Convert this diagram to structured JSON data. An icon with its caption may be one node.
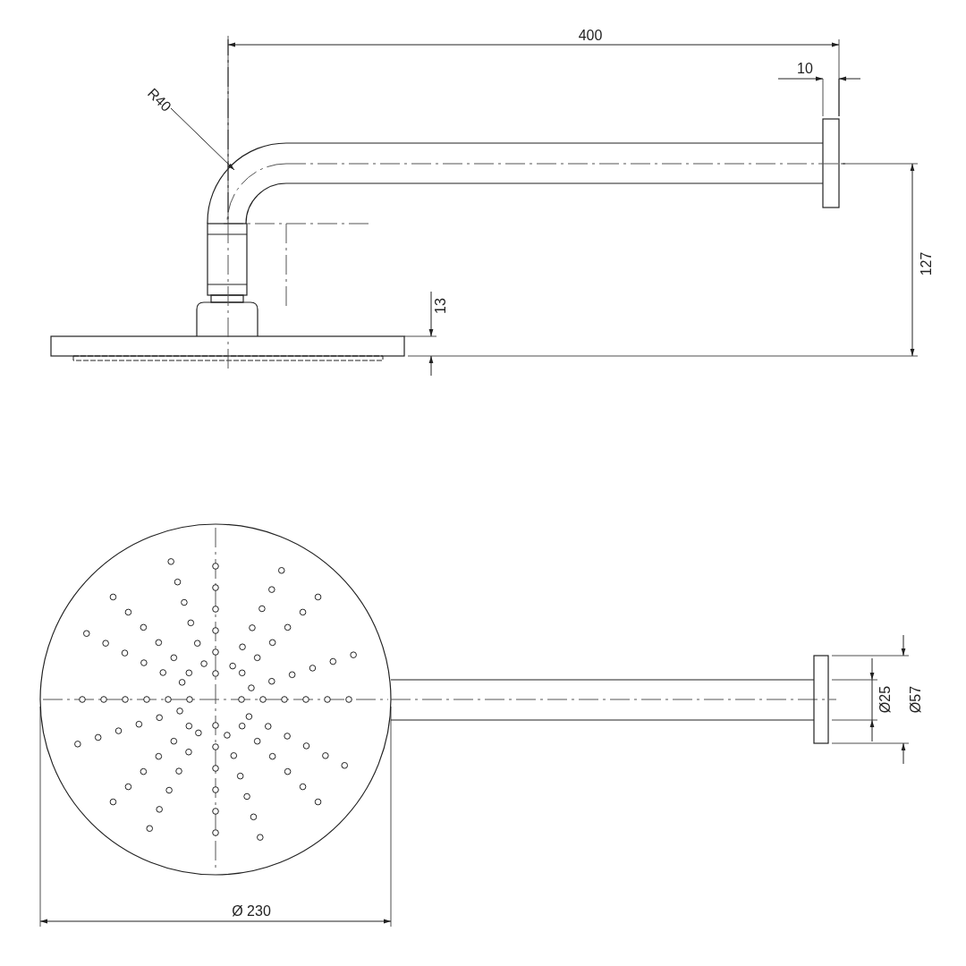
{
  "diagram": {
    "labels": [
      "400",
      "10",
      "R40",
      "127",
      "13",
      "Ø25",
      "Ø57",
      "Ø 230"
    ]
  }
}
